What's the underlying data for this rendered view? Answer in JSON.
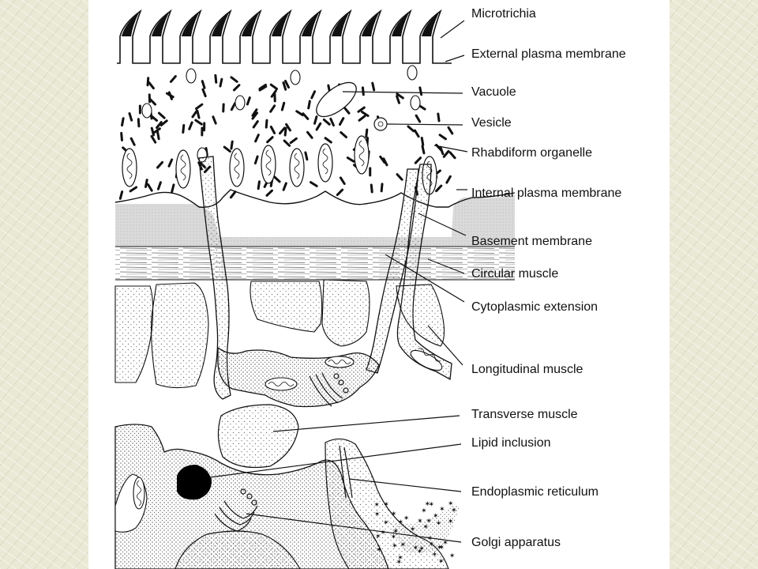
{
  "labels": [
    {
      "id": "microtrichia",
      "text": "Microtrichia"
    },
    {
      "id": "external-plasma-membrane",
      "text": "External plasma membrane"
    },
    {
      "id": "vacuole",
      "text": "Vacuole"
    },
    {
      "id": "vesicle",
      "text": "Vesicle"
    },
    {
      "id": "rhabdiform-organelle",
      "text": "Rhabdiform organelle"
    },
    {
      "id": "internal-plasma-membrane",
      "text": "Internal plasma membrane"
    },
    {
      "id": "basement-membrane",
      "text": "Basement membrane"
    },
    {
      "id": "circular-muscle",
      "text": "Circular muscle"
    },
    {
      "id": "cytoplasmic-extension",
      "text": "Cytoplasmic extension"
    },
    {
      "id": "longitudinal-muscle",
      "text": "Longitudinal muscle"
    },
    {
      "id": "transverse-muscle",
      "text": "Transverse muscle"
    },
    {
      "id": "lipid-inclusion",
      "text": "Lipid inclusion"
    },
    {
      "id": "endoplasmic-reticulum",
      "text": "Endoplasmic reticulum"
    },
    {
      "id": "golgi-apparatus",
      "text": "Golgi apparatus"
    }
  ],
  "colors": {
    "ink": "#111111",
    "stipple": "#9a9a9a",
    "page": "#ffffff",
    "background": "#e9e9d6"
  }
}
